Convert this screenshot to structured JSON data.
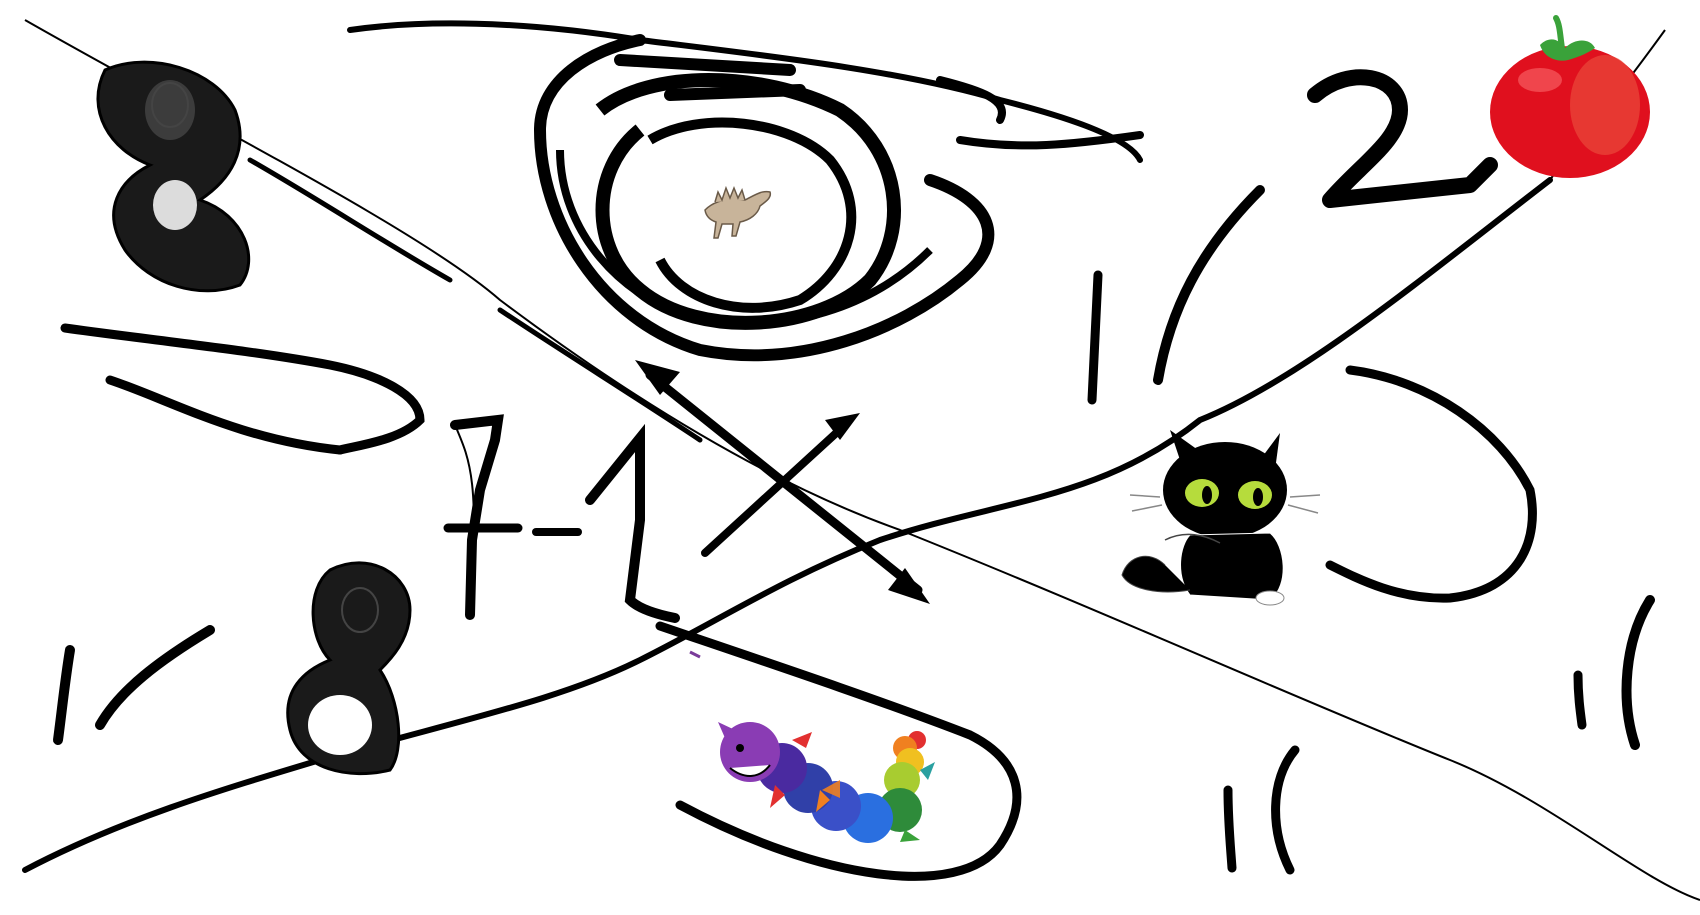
{
  "canvas": {
    "background": "#ffffff",
    "ink": "#000000"
  },
  "glyphs": {
    "eight_top": "8",
    "eight_bottom": "8",
    "seven": "7",
    "minus": "-",
    "one": "1",
    "two": "2",
    "x": "X"
  },
  "icons": {
    "dinosaur": "stegosaurus-icon",
    "tomato": "tomato-icon",
    "cat": "black-cat-icon",
    "caterpillar": "rainbow-caterpillar-icon"
  },
  "colors": {
    "tomato_red": "#e0101e",
    "tomato_leaf": "#3aa23a",
    "cat_eye": "#b6dc3c",
    "caterpillar_head": "#8a3cb4",
    "caterpillar_blue": "#2a6fe0",
    "caterpillar_green": "#2e8b3a",
    "caterpillar_orange": "#f08020",
    "caterpillar_red": "#e23030",
    "dino_tan": "#c8b49a"
  }
}
